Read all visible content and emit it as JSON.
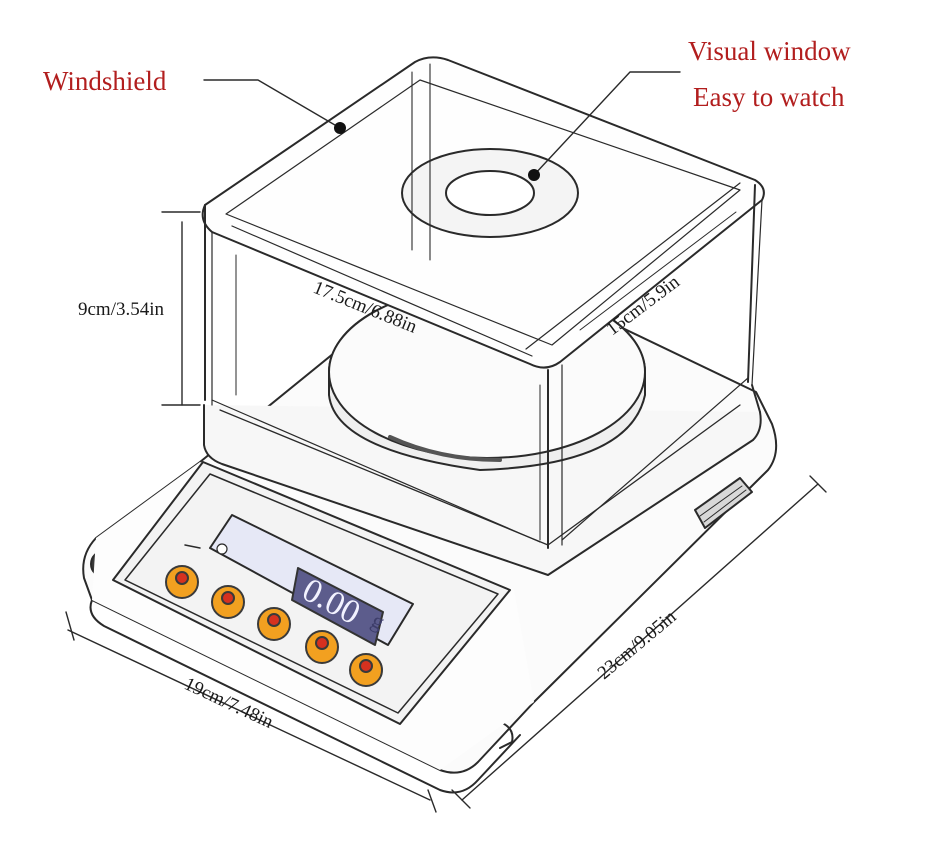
{
  "callouts": {
    "windshield": "Windshield",
    "visual_window_line1": "Visual window",
    "visual_window_line2": "Easy to watch"
  },
  "dimensions": {
    "height": "9cm/3.54in",
    "inner_width": "17.5cm/6.88in",
    "inner_depth": "15cm/5.9in",
    "base_width": "19cm/7.48in",
    "base_depth": "23cm/9.05in"
  },
  "display": {
    "reading": "0.00",
    "unit": "g"
  },
  "colors": {
    "callout_text": "#b21e1e",
    "button_fill": "#f2a020",
    "button_core": "#d6311f",
    "lcd_fill": "#e6e8f6"
  }
}
